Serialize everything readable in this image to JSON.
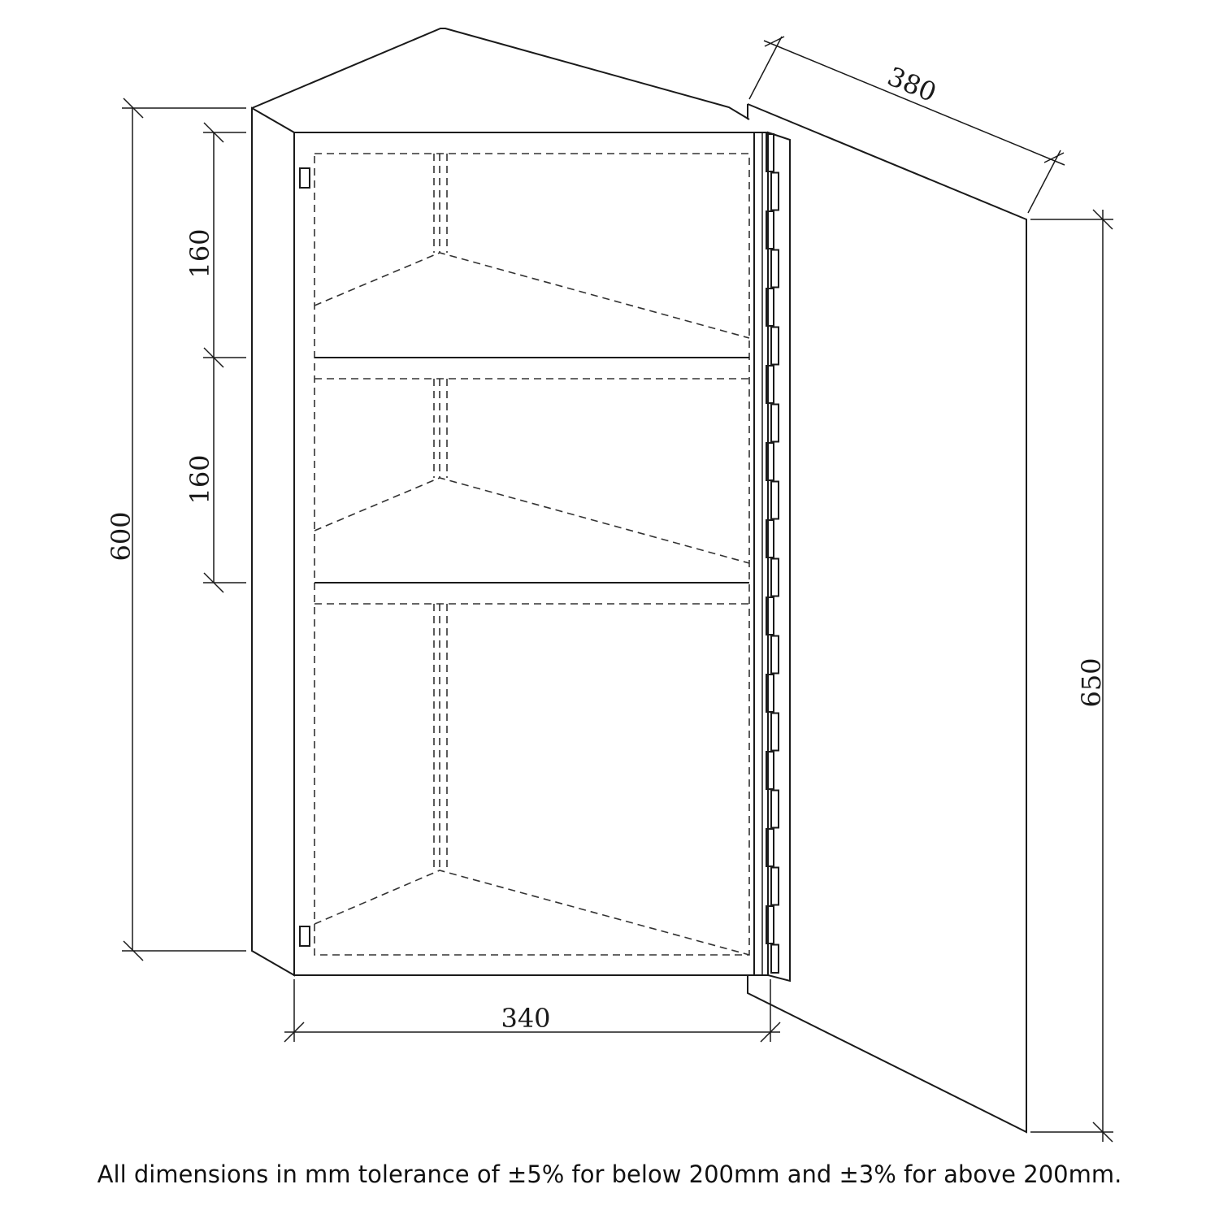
{
  "dimensions": {
    "total_height": "600",
    "shelf_gap_top": "160",
    "shelf_gap_middle": "160",
    "width": "340",
    "depth": "380",
    "door_height": "650"
  },
  "footer_note": "All dimensions in mm tolerance of ±5% for below 200mm and ±3% for above 200mm."
}
